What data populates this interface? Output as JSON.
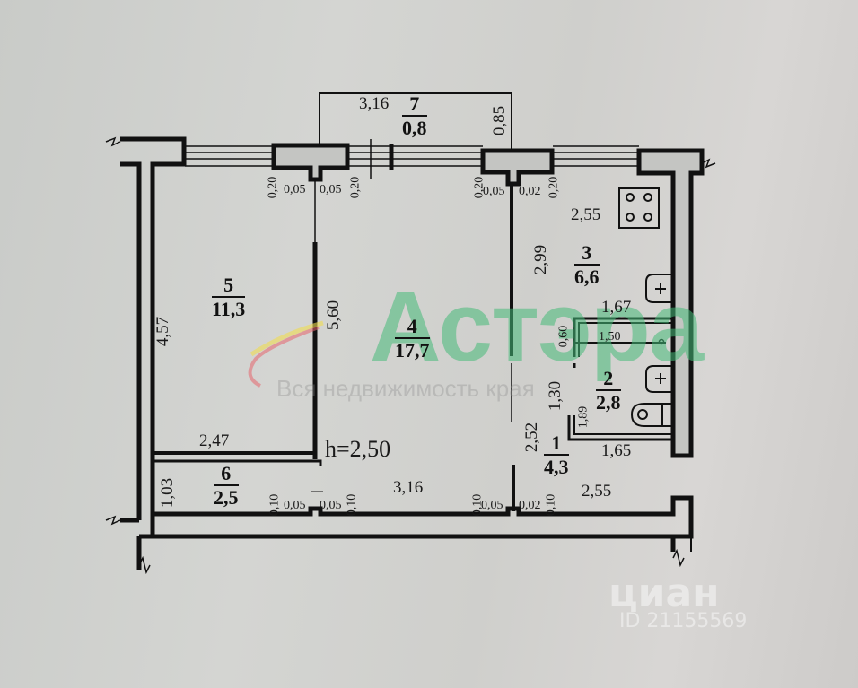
{
  "plan": {
    "ceiling_height": "h=2,50",
    "rooms": [
      {
        "id": "1",
        "area": "4,3"
      },
      {
        "id": "2",
        "area": "2,8"
      },
      {
        "id": "3",
        "area": "6,6"
      },
      {
        "id": "4",
        "area": "17,7"
      },
      {
        "id": "5",
        "area": "11,3"
      },
      {
        "id": "6",
        "area": "2,5"
      },
      {
        "id": "7",
        "area": "0,8"
      }
    ],
    "dimensions": {
      "balcony_width": "3,16",
      "balcony_depth": "0,85",
      "room5_height": "4,57",
      "room5_width": "2,47",
      "room4_height": "5,60",
      "room4_width": "3,16",
      "room3_width": "2,55",
      "room3_height": "2,99",
      "bath_width_top": "1,67",
      "bathtub": "1,50",
      "bath_door": "0,60",
      "bath_side": "1,30",
      "bath_inner": "1,89",
      "bath_width_bottom": "1,65",
      "hall_height": "2,52",
      "hall_width": "2,55",
      "room6_height": "1,03",
      "wall_020": "0,20",
      "wall_005": "0,05",
      "wall_002": "0,02",
      "wall_010": "0,10"
    }
  },
  "watermarks": {
    "agency_logo": "Астэра",
    "agency_tagline": "Вся недвижимость края",
    "cian_logo": "циан",
    "cian_id": "ID 21155569"
  },
  "colors": {
    "wall": "#111111",
    "wall_fill": "#c4c5c2",
    "watermark_green": "#46b978",
    "paper": "#cfd0cd"
  }
}
